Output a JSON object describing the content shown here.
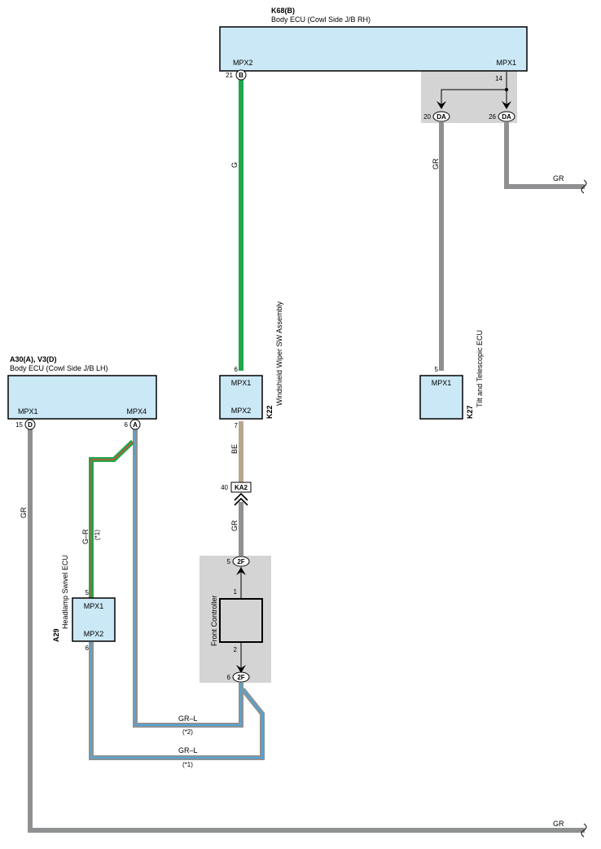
{
  "ecu_rh": {
    "code": "K68(B)",
    "name": "Body ECU (Cowl Side J/B RH)",
    "port_left": "MPX2",
    "port_right": "MPX1",
    "pin_left": "21",
    "conn_left": "B",
    "pin_right": "14"
  },
  "junction": {
    "pin_a": "20",
    "conn_a": "DA",
    "pin_b": "26",
    "conn_b": "DA"
  },
  "ecu_lh": {
    "code": "A30(A), V3(D)",
    "name": "Body ECU (Cowl Side J/B LH)",
    "port_left": "MPX1",
    "port_right": "MPX4",
    "pin_left": "15",
    "conn_left": "D",
    "pin_right": "6",
    "conn_right": "A"
  },
  "wiper": {
    "code": "K22",
    "name": "Windshield Wiper SW Assembly",
    "port_top": "MPX1",
    "port_bottom": "MPX2",
    "pin_top": "6",
    "pin_bottom": "7"
  },
  "tilt": {
    "code": "K27",
    "name": "Tilt and Telescopic ECU",
    "port": "MPX1",
    "pin": "5"
  },
  "headlamp": {
    "code": "A29",
    "name": "Headlamp Swivel ECU",
    "port_top": "MPX1",
    "port_bottom": "MPX2",
    "pin_top": "5",
    "pin_bottom": "6"
  },
  "ka2": {
    "pin": "40",
    "label": "KA2"
  },
  "front_controller": {
    "name": "Front Controller",
    "pin_top_outer": "5",
    "conn_top": "2F",
    "pin_top_inner": "1",
    "pin_bottom_inner": "2",
    "pin_bottom_outer": "6",
    "conn_bottom": "2F"
  },
  "wires": {
    "g": "G",
    "gr_da_left": "GR",
    "gr_right_top": "GR",
    "be": "BE",
    "gr_ka2": "GR",
    "gr_left": "GR",
    "gr_bottom": "GR",
    "g_r": "G–R",
    "note1_gr": "(*1)",
    "gr_l_upper": "GR–L",
    "note2": "(*2)",
    "gr_l_lower": "GR–L",
    "note1": "(*1)"
  },
  "colors": {
    "ecu_fill": "#cbe8f6",
    "splice_fill": "#d4d4d4",
    "wire_green": "#1fa84a",
    "wire_gray": "#8f9092",
    "wire_beige": "#b7a791",
    "wire_blue": "#4ea6d8",
    "wire_red": "#d24b3c"
  }
}
